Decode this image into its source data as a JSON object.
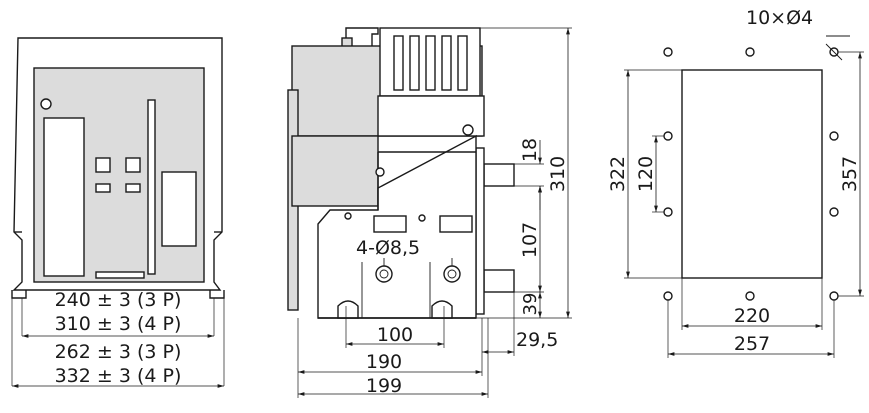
{
  "front_view": {
    "dim_1": "240 ± 3 (3 P)",
    "dim_2": "310 ± 3 (4 P)",
    "dim_3": "262 ± 3 (3 P)",
    "dim_4": "332 ± 3 (4 P)"
  },
  "side_view": {
    "dim_height": "310",
    "dim_18": "18",
    "dim_107": "107",
    "dim_39": "39",
    "dim_holes": "4-Ø8,5",
    "dim_100": "100",
    "dim_190": "190",
    "dim_29_5": "29,5",
    "dim_199": "199"
  },
  "cutout_view": {
    "dim_holes": "10×Ø4",
    "dim_322": "322",
    "dim_120": "120",
    "dim_357": "357",
    "dim_220": "220",
    "dim_257": "257"
  }
}
